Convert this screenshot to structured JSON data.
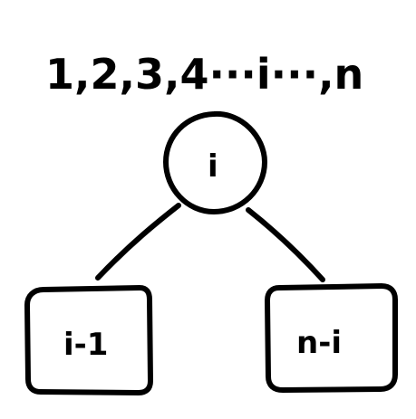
{
  "diagram": {
    "sequence_text": "1,2,3,4···i···,n",
    "root_label": "i",
    "left_child_label": "i-1",
    "right_child_label": "n-i"
  },
  "colors": {
    "stroke": "#000000",
    "background": "#ffffff"
  }
}
